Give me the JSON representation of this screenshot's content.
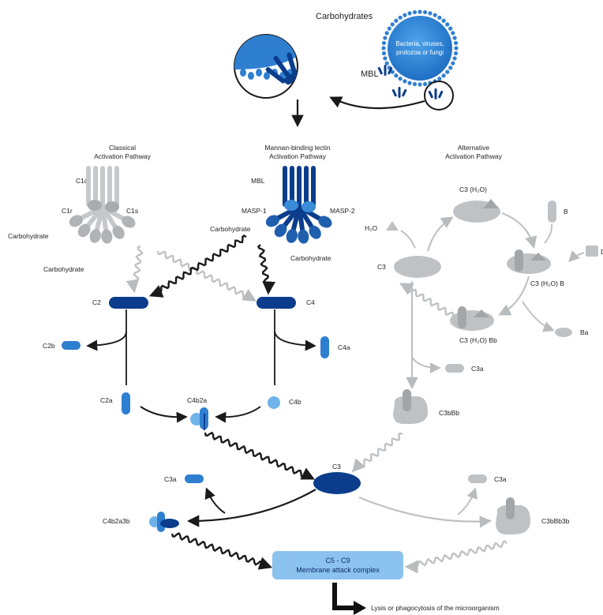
{
  "colors": {
    "dark_blue": "#0b3d8c",
    "mid_blue": "#2f7fd1",
    "light_blue": "#6fb3ea",
    "grey": "#bfc2c5",
    "grey_dark": "#a3a6a9",
    "mac_fill": "#8cc2ee"
  },
  "top": {
    "carbohydrates": "Carbohydrates",
    "microbe_line1": "Bacteria, viruses,",
    "microbe_line2": "protozoa or fungi",
    "mbl": "MBL"
  },
  "classical": {
    "header_line1": "Classical",
    "header_line2": "Activation Pathway",
    "c1q": "C1q",
    "c1r": "C1r",
    "c1s": "C1s",
    "carbohydrate_left": "Carbohydrate",
    "carbohydrate_bottom": "Carbohydrate"
  },
  "lectin": {
    "header_line1": "Mannan-binding lectin",
    "header_line2": "Activation Pathway",
    "mbl": "MBL",
    "masp1": "MASP-1",
    "masp2": "MASP-2",
    "carbohydrate_left": "Carbohydrate",
    "carbohydrate_bottom": "Carbohydrate"
  },
  "alternative": {
    "header_line1": "Alternative",
    "header_line2": "Activation Pathway",
    "c3h2o": "C3 (H₂O)",
    "b": "B",
    "h2o": "H₂O",
    "c3": "C3",
    "d": "D",
    "c3h2ob": "C3 (H₂O) B",
    "c3h2obb": "C3 (H₂O) Bb",
    "ba": "Ba",
    "c3a": "C3a",
    "c3bbb": "C3bBb"
  },
  "cascade": {
    "c2": "C2",
    "c4": "C4",
    "c2b": "C2b",
    "c4a": "C4a",
    "c2a": "C2a",
    "c4b": "C4b",
    "c4b2a": "C4b2a",
    "c3": "C3",
    "c3a_left": "C3a",
    "c3a_right": "C3a",
    "c4b2a3b": "C4b2a3b",
    "c3bbb3b": "C3bBb3b",
    "mac_line1": "C5 - C9",
    "mac_line2": "Membrane attack complex",
    "outcome": "Lysis or phagocytosis of the microorganism"
  }
}
